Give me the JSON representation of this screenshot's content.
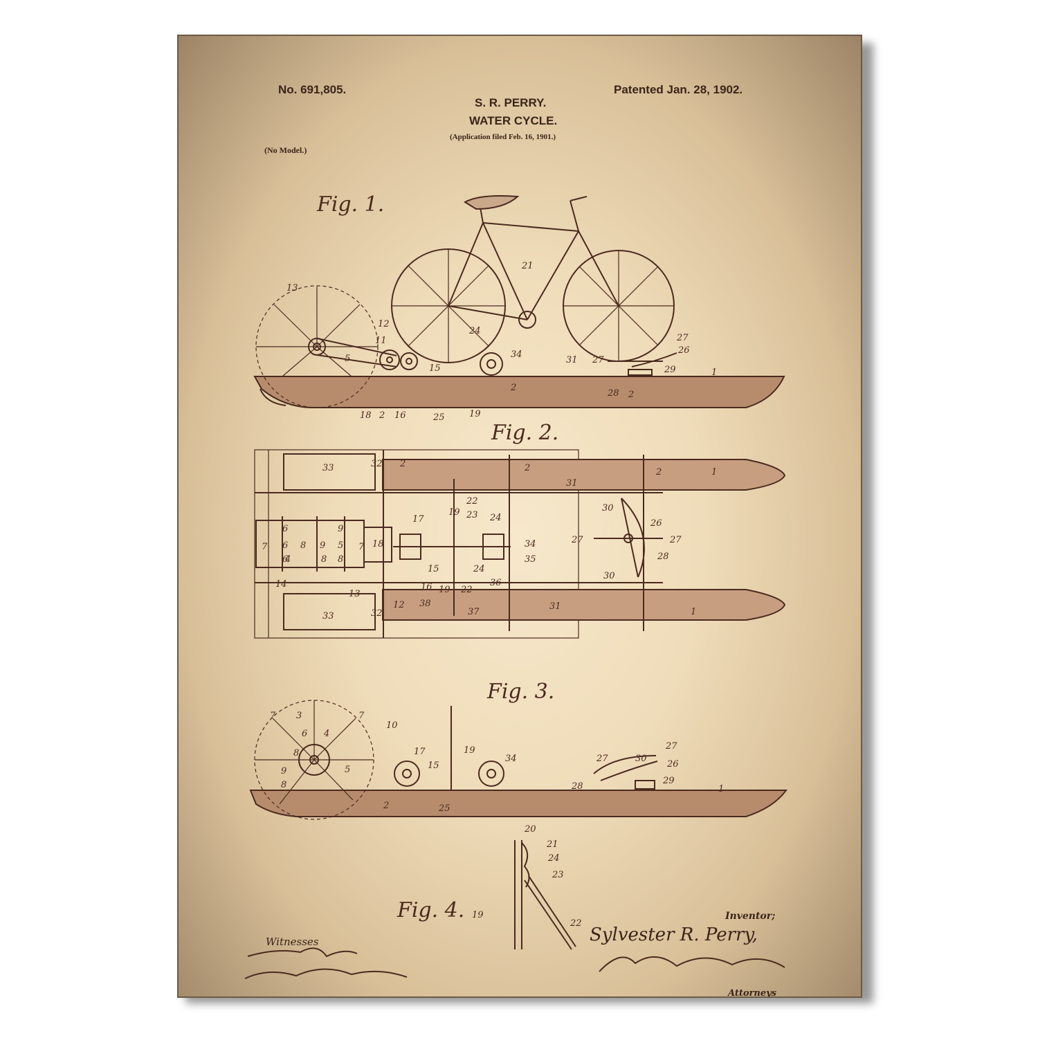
{
  "header": {
    "patent_no": "No. 691,805.",
    "inventor_short": "S. R. PERRY.",
    "title": "WATER CYCLE.",
    "application": "(Application filed Feb. 16, 1901.)",
    "patented": "Patented Jan. 28, 1902.",
    "model_note": "(No Model.)"
  },
  "figures": {
    "fig1": "Fig. 1.",
    "fig2": "Fig. 2.",
    "fig3": "Fig. 3.",
    "fig4": "Fig. 4."
  },
  "footer": {
    "witnesses_label": "Witnesses",
    "inventor_label": "Inventor;",
    "inventor_name": "Sylvester R. Perry,",
    "attorneys_label": "Attorneys"
  },
  "reference_numerals": {
    "fig1": [
      "13",
      "12",
      "11",
      "5",
      "15",
      "21",
      "24",
      "34",
      "31",
      "27",
      "26",
      "29",
      "1",
      "28",
      "2",
      "18",
      "2",
      "16",
      "25",
      "19",
      "2"
    ],
    "fig2": [
      "33",
      "32",
      "2",
      "2",
      "31",
      "2",
      "1",
      "22",
      "19",
      "23",
      "17",
      "24",
      "34",
      "35",
      "30",
      "26",
      "27",
      "27",
      "28",
      "30",
      "6",
      "9",
      "7",
      "6",
      "8",
      "5",
      "7",
      "4",
      "9",
      "6",
      "8",
      "8",
      "18",
      "15",
      "16",
      "19",
      "22",
      "24",
      "36",
      "14",
      "13",
      "12",
      "38",
      "37",
      "31",
      "33",
      "32",
      "1"
    ],
    "fig3": [
      "7",
      "3",
      "7",
      "10",
      "6",
      "4",
      "8",
      "5",
      "9",
      "8",
      "17",
      "15",
      "19",
      "34",
      "27",
      "30",
      "27",
      "26",
      "28",
      "29",
      "1",
      "2",
      "25"
    ],
    "fig4": [
      "20",
      "21",
      "24",
      "23",
      "19",
      "22"
    ]
  },
  "colors": {
    "ink": "#4a2a1e",
    "paper": "#efdcb9",
    "edge": "#9c8466"
  }
}
